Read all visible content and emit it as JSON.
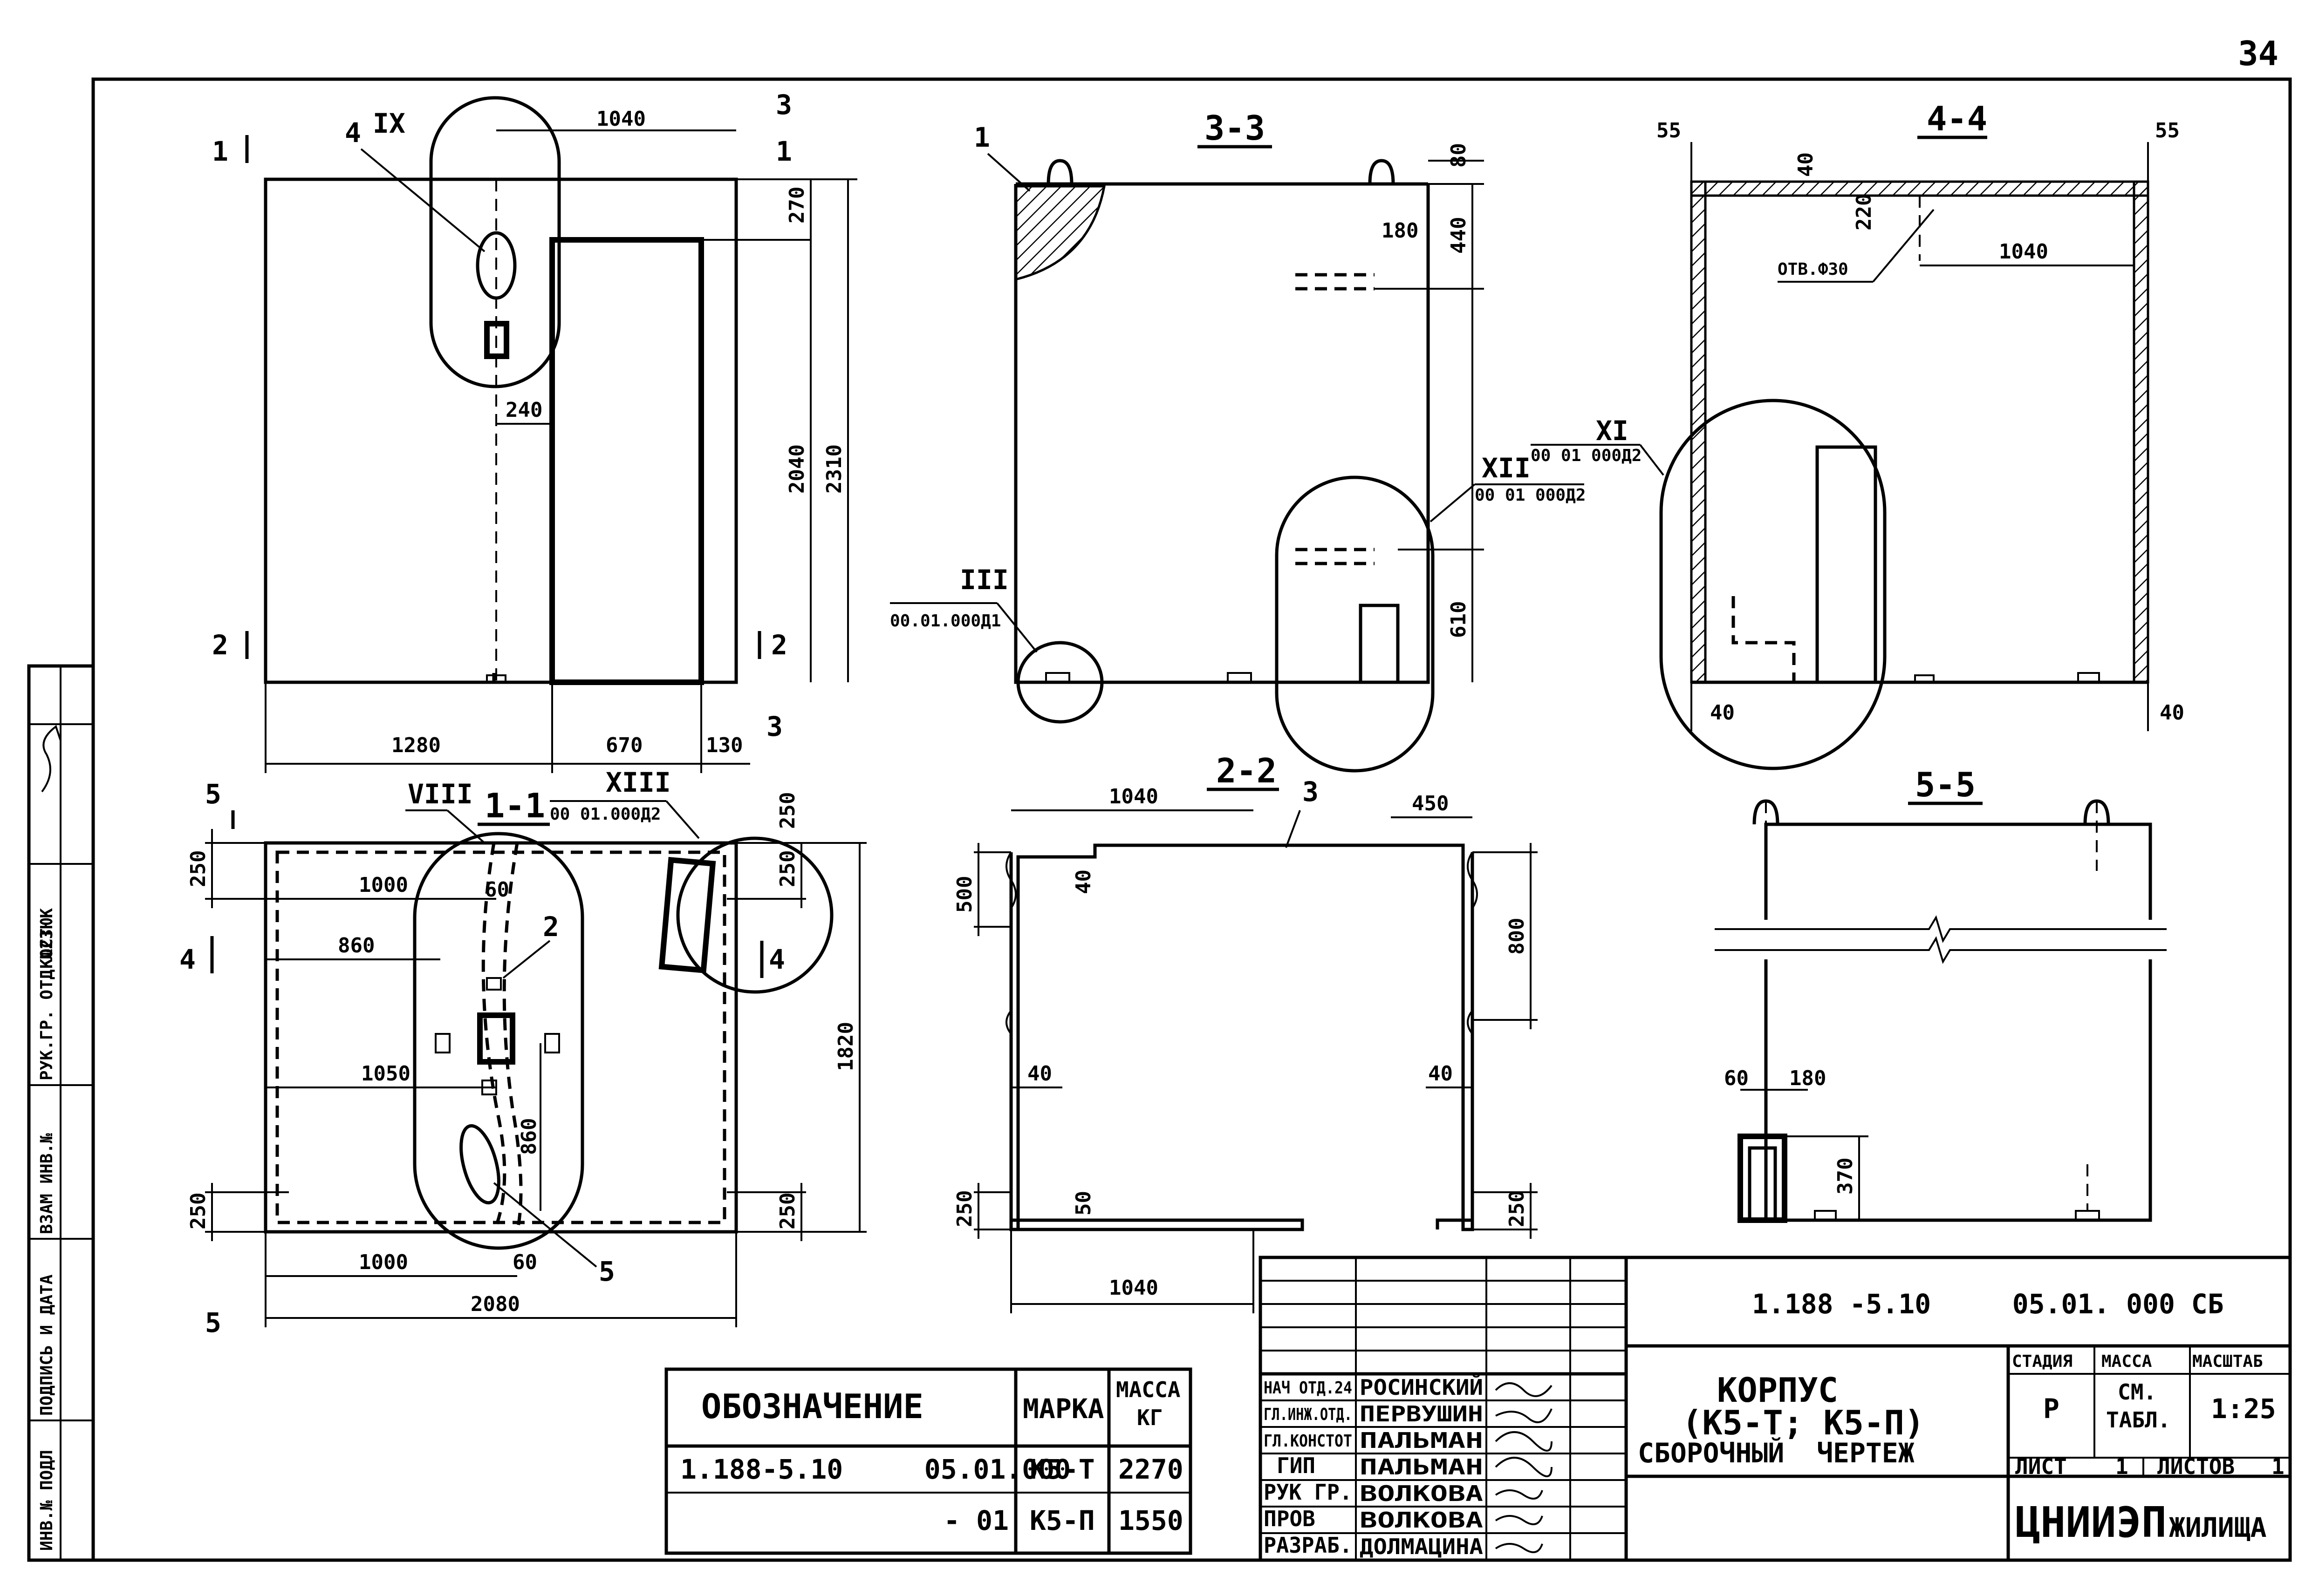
{
  "sheet_number": "34",
  "views": {
    "front": {
      "mark_1": "1",
      "mark_2": "2",
      "mark_3": "3",
      "detail_ix": "IX",
      "pos_4": "4",
      "dims": {
        "top": "1040",
        "right_top": "270",
        "door_h": "2040",
        "total_h": "2310",
        "inset": "240",
        "bottom_left": "1280",
        "bottom_mid": "670",
        "bottom_right": "130"
      }
    },
    "section_3_3": {
      "title": "3-3",
      "pos_1": "1",
      "detail_iii": "III",
      "detail_iii_ref": "00.01.000Д1",
      "detail_xii": "XII",
      "detail_xii_ref": "00 01 000Д2",
      "dims": {
        "top": "80",
        "w": "180",
        "h1": "440",
        "h2": "610"
      }
    },
    "section_4_4": {
      "title": "4-4",
      "detail_xi": "XI",
      "detail_xi_ref": "00 01 000Д2",
      "hole": "ОТВ.Ф30",
      "dims": {
        "left": "55",
        "right": "55",
        "t": "40",
        "depth": "220",
        "w": "1040",
        "bl": "40",
        "br": "40"
      }
    },
    "section_1_1": {
      "title": "1-1",
      "mark_5": "5",
      "mark_4": "4",
      "detail_viii": "VIII",
      "detail_xiii": "XIII",
      "detail_xiii_ref": "00 01.000Д2",
      "pos_2": "2",
      "pos_5": "5",
      "dims": {
        "w1000a": "1000",
        "w860": "860",
        "w1050": "1050",
        "h1820": "1820",
        "h860": "860",
        "w1000b": "1000",
        "w60a": "60",
        "w60b": "60",
        "w2080": "2080",
        "e250a": "250",
        "e250b": "250",
        "e250c": "250",
        "e250d": "250",
        "e250e": "250"
      }
    },
    "section_2_2": {
      "title": "2-2",
      "pos_3": "3",
      "dims": {
        "top": "1040",
        "right_top": "450",
        "h500": "500",
        "t40a": "40",
        "h800": "800",
        "t40b": "40",
        "t40c": "40",
        "b250a": "250",
        "b50": "50",
        "b250b": "250",
        "bottom": "1040"
      }
    },
    "section_5_5": {
      "title": "5-5",
      "dims": {
        "w60": "60",
        "w180": "180",
        "h370": "370"
      }
    }
  },
  "mass_table": {
    "headers": {
      "designation": "ОБОЗНАЧЕНИЕ",
      "mark": "МАРКА",
      "mass_1": "МАССА",
      "mass_2": "КГ"
    },
    "rows": [
      {
        "designation": "1.188-5.10     05.01.000",
        "mark": "К5-Т",
        "mass": "2270"
      },
      {
        "designation": "- 01",
        "mark": "К5-П",
        "mass": "1550"
      }
    ]
  },
  "title_block": {
    "doc_number": "1.188 -5.10     05.01. 000 СБ",
    "title_1": "КОРПУС",
    "title_2": "(К5-Т; К5-П)",
    "title_3": "СБОРОЧНЫЙ  ЧЕРТЕЖ",
    "stage_label": "СТАДИЯ",
    "mass_label": "МАССА",
    "scale_label": "МАСШТАБ",
    "stage": "Р",
    "mass_1": "СМ.",
    "mass_2": "ТАБЛ.",
    "scale": "1:25",
    "sheet_label": "ЛИСТ",
    "sheets_label": "ЛИСТОВ",
    "sheet_no": "1",
    "sheets_count": "1",
    "org_1": "ЦНИИЭП",
    "org_2": "ЖИЛИЩА",
    "roles": [
      {
        "role": "НАЧ ОТД.24",
        "name": "РОСИНСКИЙ"
      },
      {
        "role": "ГЛ.ИНЖ.ОТД.",
        "name": "ПЕРВУШИН"
      },
      {
        "role": "ГЛ.КОНСТОТ",
        "name": "ПАЛЬМАН"
      },
      {
        "role": "ГИП",
        "name": "ПАЛЬМАН"
      },
      {
        "role": "РУК ГР.",
        "name": "ВОЛКОВА"
      },
      {
        "role": "ПРОВ",
        "name": "ВОЛКОВА"
      },
      {
        "role": "РАЗРАБ.",
        "name": "ДОЛМАЦИНА"
      }
    ]
  },
  "side_stamp": {
    "labels": [
      "ИНВ.№ ПОДЛ",
      "ПОДПИСЬ И ДАТА",
      "ВЗАМ ИНВ.№",
      "РУК.ГР. ОТД №23",
      "КОСТЮК"
    ]
  }
}
